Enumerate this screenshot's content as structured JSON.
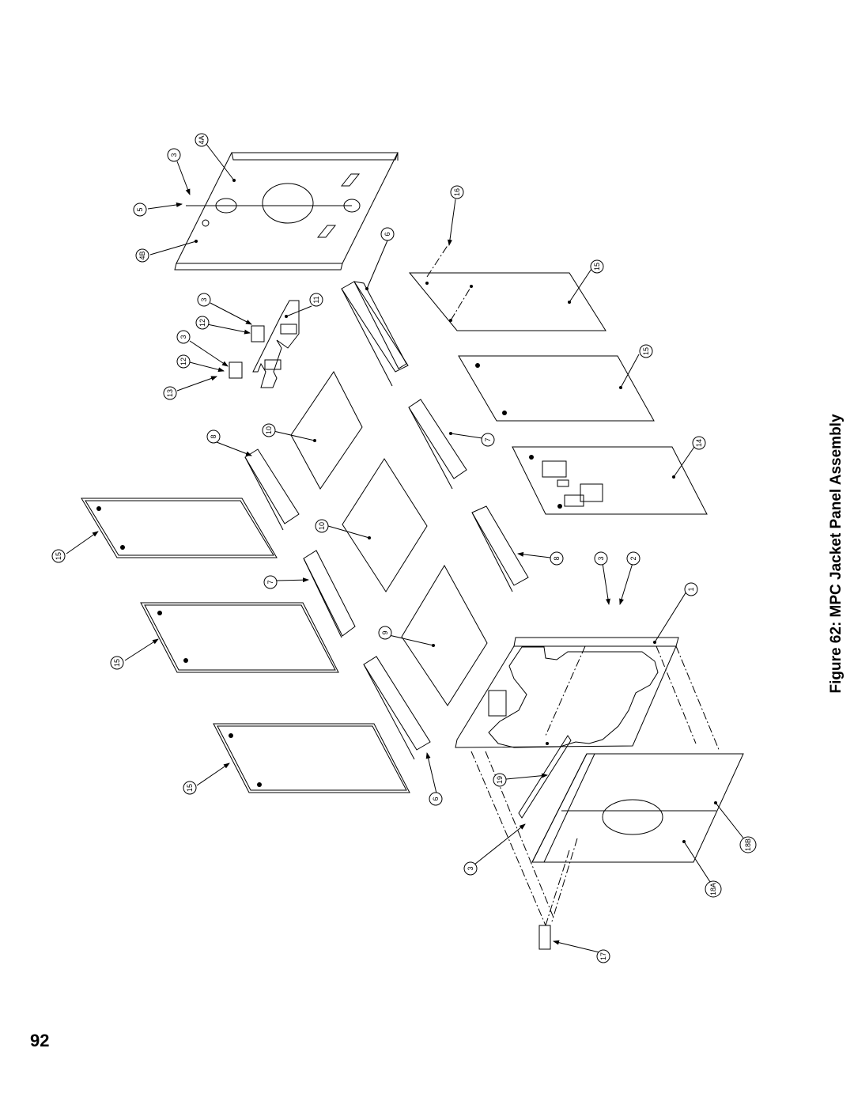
{
  "page": {
    "number": "92"
  },
  "figure": {
    "caption": "Figure 62:  MPC Jacket Panel Assembly"
  },
  "callouts": [
    {
      "id": "c-4a",
      "label": "4A"
    },
    {
      "id": "c-3a",
      "label": "3"
    },
    {
      "id": "c-5",
      "label": "5"
    },
    {
      "id": "c-4b",
      "label": "4B"
    },
    {
      "id": "c-16",
      "label": "16"
    },
    {
      "id": "c-6a",
      "label": "6"
    },
    {
      "id": "c-15a",
      "label": "15"
    },
    {
      "id": "c-3b",
      "label": "3"
    },
    {
      "id": "c-11",
      "label": "11"
    },
    {
      "id": "c-12a",
      "label": "12"
    },
    {
      "id": "c-3c",
      "label": "3"
    },
    {
      "id": "c-12b",
      "label": "12"
    },
    {
      "id": "c-13",
      "label": "13"
    },
    {
      "id": "c-15b",
      "label": "15"
    },
    {
      "id": "c-8a",
      "label": "8"
    },
    {
      "id": "c-10a",
      "label": "10"
    },
    {
      "id": "c-7a",
      "label": "7"
    },
    {
      "id": "c-14",
      "label": "14"
    },
    {
      "id": "c-15c",
      "label": "15"
    },
    {
      "id": "c-10b",
      "label": "10"
    },
    {
      "id": "c-8b",
      "label": "8"
    },
    {
      "id": "c-3d",
      "label": "3"
    },
    {
      "id": "c-2",
      "label": "2"
    },
    {
      "id": "c-7b",
      "label": "7"
    },
    {
      "id": "c-1",
      "label": "1"
    },
    {
      "id": "c-9",
      "label": "9"
    },
    {
      "id": "c-15d",
      "label": "15"
    },
    {
      "id": "c-19",
      "label": "19"
    },
    {
      "id": "c-15e",
      "label": "15"
    },
    {
      "id": "c-6b",
      "label": "6"
    },
    {
      "id": "c-18b",
      "label": "18B"
    },
    {
      "id": "c-3e",
      "label": "3"
    },
    {
      "id": "c-18a",
      "label": "18A"
    },
    {
      "id": "c-17",
      "label": "17"
    }
  ]
}
